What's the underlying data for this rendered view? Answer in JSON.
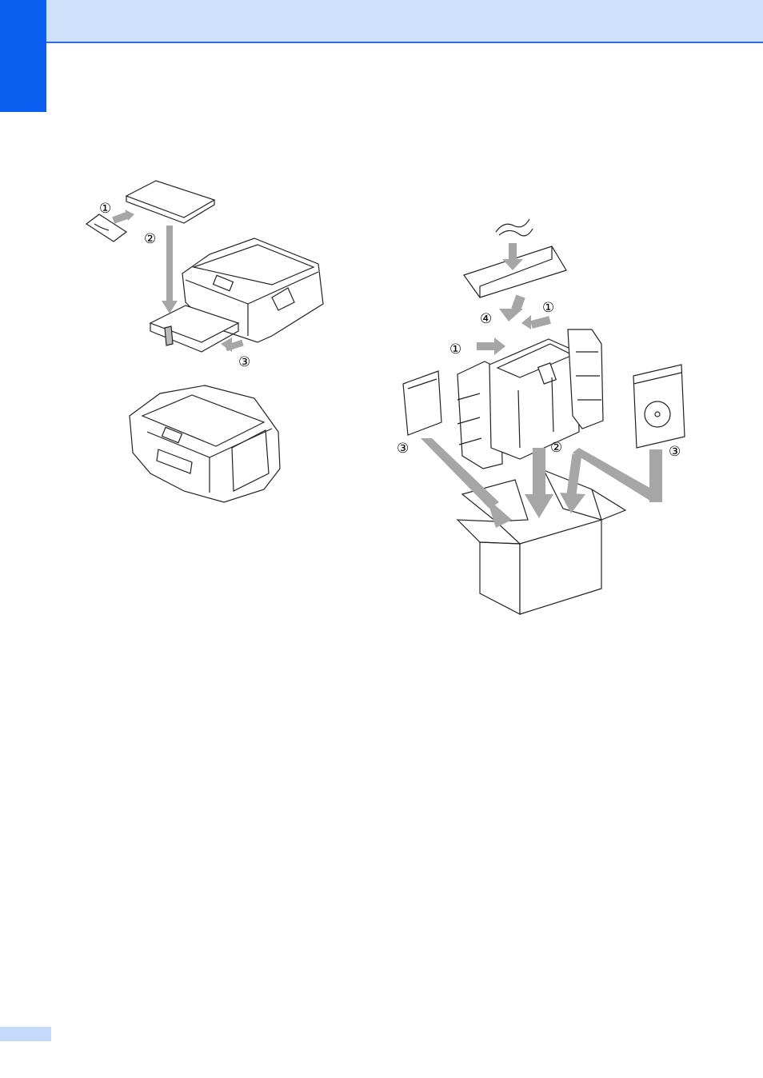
{
  "steps": {
    "left_1": "①",
    "left_2": "②",
    "left_3": "③",
    "right_1a": "①",
    "right_1b": "①",
    "right_2": "②",
    "right_3a": "③",
    "right_3b": "③",
    "right_4": "④"
  },
  "colors": {
    "header_band": "#cfe0fb",
    "side_tab": "#0a5ef0",
    "footer_tab": "#c5d9fb",
    "arrow": "#a6a6a6",
    "line": "#222222"
  }
}
